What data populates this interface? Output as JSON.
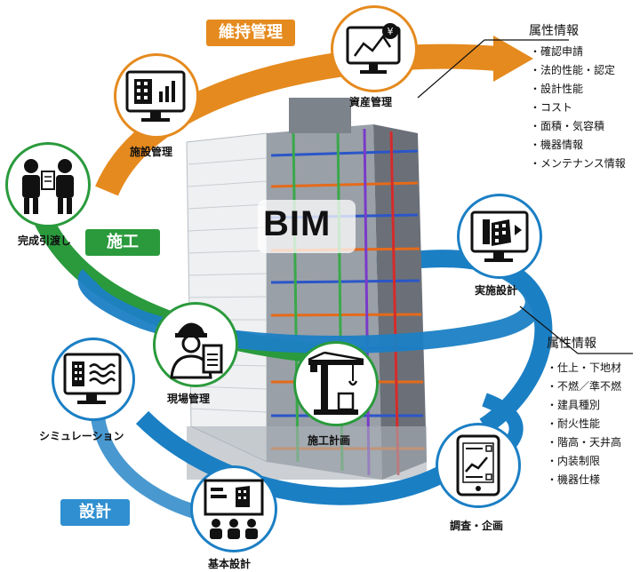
{
  "diagram": {
    "center_label": "BIM",
    "phases": {
      "maintenance": {
        "label": "維持管理",
        "color": "#e58a1e"
      },
      "construction": {
        "label": "施工",
        "color": "#2a9a3c"
      },
      "design": {
        "label": "設計",
        "color": "#2f8fd0"
      }
    },
    "nodes": {
      "asset_management": {
        "label": "資産管理",
        "icon": "chart-monitor-yen-icon"
      },
      "facility_management": {
        "label": "施設管理",
        "icon": "building-monitor-icon"
      },
      "completion_handover": {
        "label": "完成引渡し",
        "icon": "handover-people-icon"
      },
      "detailed_design": {
        "label": "実施設計",
        "icon": "building-screen-icon"
      },
      "site_management": {
        "label": "現場管理",
        "icon": "worker-clipboard-icon"
      },
      "simulation": {
        "label": "シミュレーション",
        "icon": "simulation-monitor-icon"
      },
      "construction_planning": {
        "label": "施工計画",
        "icon": "tower-crane-icon"
      },
      "survey_planning": {
        "label": "調査・企画",
        "icon": "tablet-checklist-icon"
      },
      "basic_design": {
        "label": "基本設計",
        "icon": "presentation-audience-icon"
      }
    },
    "attributes_top": {
      "title": "属性情報",
      "items": [
        "・確認申請",
        "・法的性能・認定",
        "・設計性能",
        "・コスト",
        "・面積・気容積",
        "・機器情報",
        "・メンテナンス情報"
      ]
    },
    "attributes_bottom": {
      "title": "属性情報",
      "items": [
        "・仕上・下地材",
        "・不燃／準不燃",
        "・建具種別",
        "・耐火性能",
        "・階高・天井高",
        "・内装制限",
        "・機器仕様"
      ]
    }
  }
}
